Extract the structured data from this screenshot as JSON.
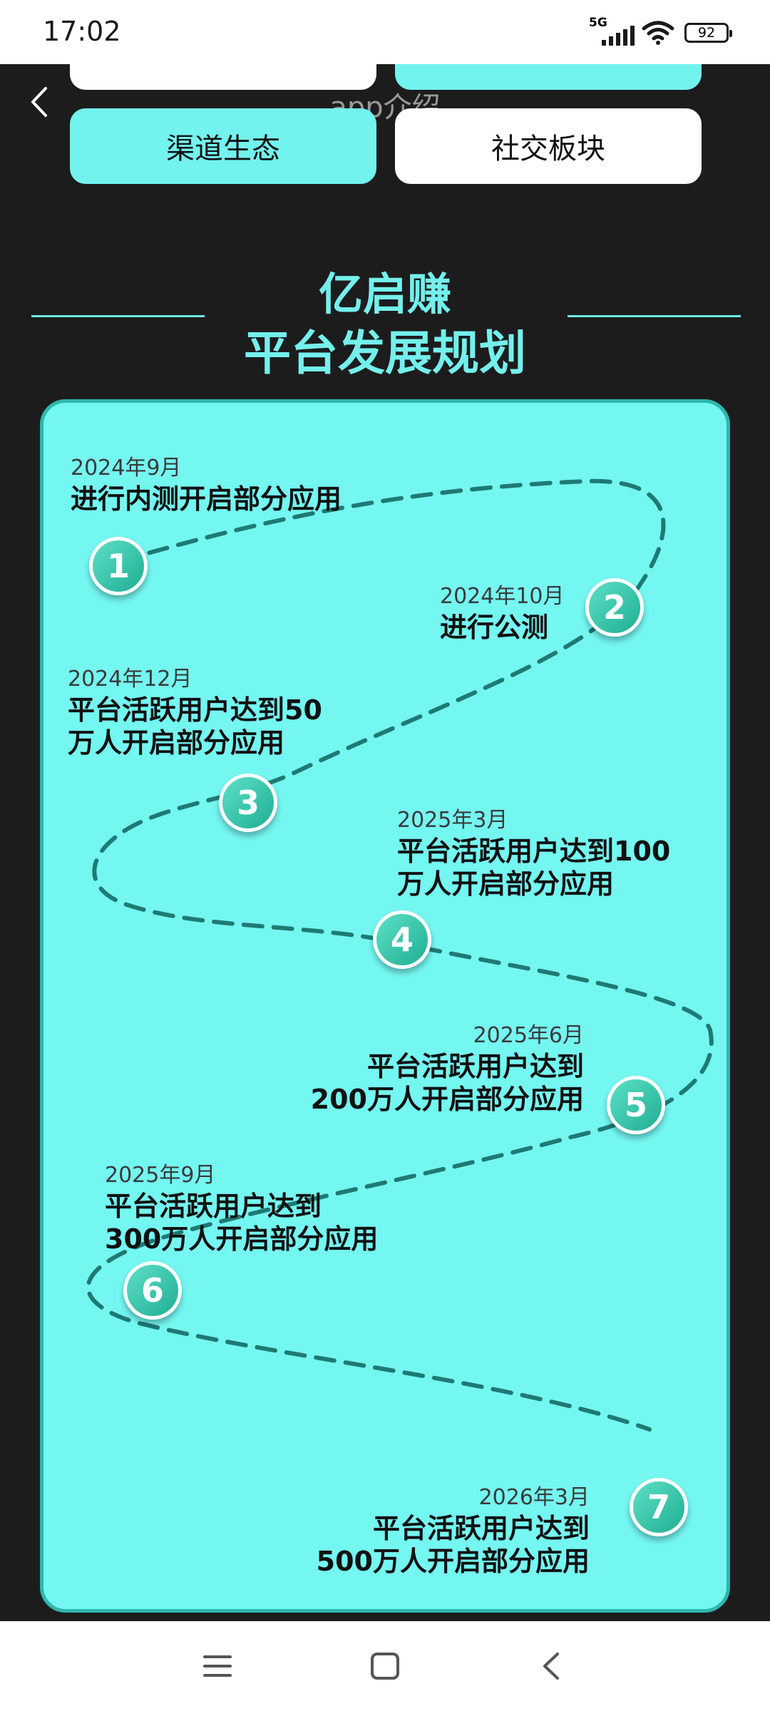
{
  "status_bar": {
    "time": "17:02",
    "network_label": "5G",
    "battery": "92",
    "icons": [
      "signal-icon",
      "wifi-icon",
      "battery-icon"
    ]
  },
  "header": {
    "title": "app介绍",
    "back_icon": "chevron-left-icon"
  },
  "tabs": [
    {
      "label": ""
    },
    {
      "label": ""
    },
    {
      "label": "渠道生态"
    },
    {
      "label": "社交板块"
    }
  ],
  "heading": {
    "line1": "亿启赚",
    "line2": "平台发展规划"
  },
  "roadmap": {
    "milestones": [
      {
        "number": "1",
        "date": "2024年9月",
        "text": "进行内测开启部分应用"
      },
      {
        "number": "2",
        "date": "2024年10月",
        "text": "进行公测"
      },
      {
        "number": "3",
        "date": "2024年12月",
        "text": "平台活跃用户达到50\n万人开启部分应用"
      },
      {
        "number": "4",
        "date": "2025年3月",
        "text": "平台活跃用户达到100\n万人开启部分应用"
      },
      {
        "number": "5",
        "date": "2025年6月",
        "text": "平台活跃用户达到\n200万人开启部分应用"
      },
      {
        "number": "6",
        "date": "2025年9月",
        "text": "平台活跃用户达到\n300万人开启部分应用"
      },
      {
        "number": "7",
        "date": "2026年3月",
        "text": "平台活跃用户达到\n500万人开启部分应用"
      }
    ]
  },
  "colors": {
    "accent": "#74f6f1",
    "card_border": "#2eb6ad",
    "marker": "#1fae93",
    "path": "#1e7a72",
    "background": "#1c1c1d"
  },
  "nav_bar": {
    "icons": [
      "menu-icon",
      "home-square-icon",
      "back-triangle-icon"
    ]
  }
}
